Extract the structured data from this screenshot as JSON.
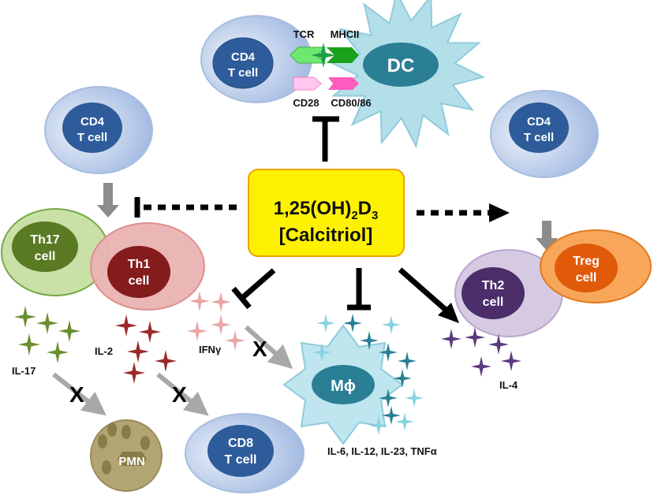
{
  "center": {
    "line1": "1,25(OH)",
    "sub": "2",
    "mid": "D",
    "sub2": "3",
    "line2": "[Calcitriol]"
  },
  "cells": {
    "cd4_top": [
      "CD4",
      "T cell"
    ],
    "cd4_left": [
      "CD4",
      "T cell"
    ],
    "cd4_right": [
      "CD4",
      "T cell"
    ],
    "dc": "DC",
    "th17": [
      "Th17",
      "cell"
    ],
    "th1": [
      "Th1",
      "cell"
    ],
    "th2": [
      "Th2",
      "cell"
    ],
    "treg": [
      "Treg",
      "cell"
    ],
    "macrophage": "Mϕ",
    "cd8": [
      "CD8",
      "T cell"
    ],
    "pmn": "PMN"
  },
  "receptors": {
    "tcr": "TCR",
    "mhcii": "MHCII",
    "cd28": "CD28",
    "cd8086": "CD80/86"
  },
  "cytokines": {
    "il17": "IL-17",
    "il2": "IL-2",
    "ifng": "IFNγ",
    "macrophage": "IL-6, IL-12, IL-23, TNFα",
    "il4": "IL-4"
  },
  "block_mark": "X",
  "colors": {
    "yellow": "#FFF200",
    "green": "#6A8F2E",
    "red": "#9B2A2A",
    "pink": "#E8A6A6",
    "cyan": "#86D2E2",
    "teal": "#2A7F95",
    "purple": "#5B3A80"
  }
}
